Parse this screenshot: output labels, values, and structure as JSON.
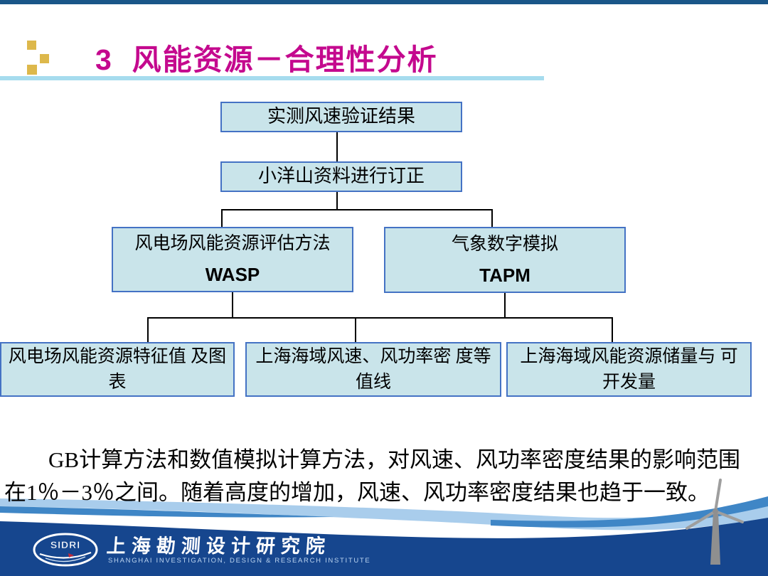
{
  "slide": {
    "title": "3  风能资源－合理性分析",
    "flowchart": {
      "top_box": "实测风速验证结果",
      "second_box": "小洋山资料进行订正",
      "mid_boxes": [
        {
          "label": "风电场风能资源评估方法",
          "sublabel": "WASP"
        },
        {
          "label": "气象数字模拟",
          "sublabel": "TAPM"
        }
      ],
      "bottom_boxes": [
        "风电场风能资源特征值 及图表",
        "上海海域风速、风功率密 度等值线",
        "上海海域风能资源储量与 可开发量"
      ]
    },
    "body_text": "GB计算方法和数值模拟计算方法，对风速、风功率密度结果的影响范围在1％－3％之间。随着高度的增加，风速、风功率密度结果也趋于一致。",
    "footer": {
      "logo_acronym": "SIDRI",
      "org_name_cn": "上海勘测设计研究院",
      "org_name_en": "SHANGHAI INVESTIGATION, DESIGN & RESEARCH INSTITUTE"
    },
    "colors": {
      "title_magenta": "#C4098E",
      "accent_gold": "#DDB84B",
      "underline_cyan": "#A6DCEE",
      "box_fill": "#C9E4EA",
      "box_border": "#4472C4",
      "topbar_blue": "#1A5688",
      "footer_navy": "#16468E",
      "footer_medium_blue": "#3F86C6",
      "footer_light_blue": "#A9CDEC",
      "turbine_gray": "#8F8F8F"
    }
  }
}
